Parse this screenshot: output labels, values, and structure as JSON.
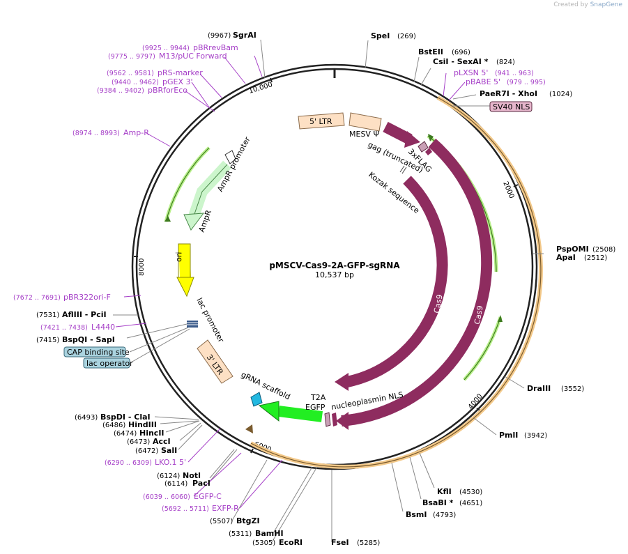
{
  "credit": {
    "prefix": "Created by",
    "brand": "SnapGene"
  },
  "plasmid": {
    "name": "pMSCV-Cas9-2A-GFP-sgRNA",
    "size": "10,537 bp"
  },
  "colors": {
    "cas9": "#8e2c5f",
    "ltr": "#fde0c4",
    "ampr": "#ccf5cc",
    "ori": "#ffff00",
    "egfp": "#22ee22",
    "grna": "#22b8e0",
    "misc": "#c9a0b6",
    "primer": "#a53ec7",
    "lac": "#aad3df"
  },
  "ticks": [
    "2000",
    "4000",
    "6000",
    "8000",
    "10,000"
  ],
  "enzymes": [
    {
      "name": "SgrAI",
      "pos": "(9967)"
    },
    {
      "name": "SpeI",
      "pos": "(269)"
    },
    {
      "name": "BstEII",
      "pos": "(696)"
    },
    {
      "name": "CsiI - SexAI *",
      "pos": "(824)"
    },
    {
      "name": "PaeR7I - XhoI",
      "pos": "(1024)"
    },
    {
      "name": "PspOMI",
      "pos": "(2508)"
    },
    {
      "name": "ApaI",
      "pos": "(2512)"
    },
    {
      "name": "DraIII",
      "pos": "(3552)"
    },
    {
      "name": "PmlI",
      "pos": "(3942)"
    },
    {
      "name": "KflI",
      "pos": "(4530)"
    },
    {
      "name": "BsaBI *",
      "pos": "(4651)"
    },
    {
      "name": "BsmI",
      "pos": "(4793)"
    },
    {
      "name": "FseI",
      "pos": "(5285)"
    },
    {
      "name": "BamHI",
      "pos": "(5311)"
    },
    {
      "name": "EcoRI",
      "pos": "(5305)"
    },
    {
      "name": "BtgZI",
      "pos": "(5507)"
    },
    {
      "name": "PacI",
      "pos": "(6114)"
    },
    {
      "name": "NotI",
      "pos": "(6124)"
    },
    {
      "name": "SalI",
      "pos": "(6472)"
    },
    {
      "name": "AccI",
      "pos": "(6473)"
    },
    {
      "name": "HincII",
      "pos": "(6474)"
    },
    {
      "name": "HindIII",
      "pos": "(6486)"
    },
    {
      "name": "BspDI - ClaI",
      "pos": "(6493)"
    },
    {
      "name": "BspQI - SapI",
      "pos": "(7415)"
    },
    {
      "name": "AflIII - PciI",
      "pos": "(7531)"
    }
  ],
  "primers": [
    {
      "name": "pBRrevBam",
      "pos": "(9925 .. 9944)"
    },
    {
      "name": "M13/pUC Forward",
      "pos": "(9775 .. 9797)"
    },
    {
      "name": "pRS-marker",
      "pos": "(9562 .. 9581)"
    },
    {
      "name": "pGEX 3'",
      "pos": "(9440 .. 9462)"
    },
    {
      "name": "pBRforEco",
      "pos": "(9384 .. 9402)"
    },
    {
      "name": "Amp-R",
      "pos": "(8974 .. 8993)"
    },
    {
      "name": "pBR322ori-F",
      "pos": "(7672 .. 7691)"
    },
    {
      "name": "L4440",
      "pos": "(7421 .. 7438)"
    },
    {
      "name": "LKO.1 5'",
      "pos": "(6290 .. 6309)"
    },
    {
      "name": "EGFP-C",
      "pos": "(6039 .. 6060)"
    },
    {
      "name": "EXFP-R",
      "pos": "(5692 .. 5711)"
    },
    {
      "name": "pLXSN 5'",
      "pos": "(941 .. 963)"
    },
    {
      "name": "pBABE 5'",
      "pos": "(979 .. 995)"
    }
  ],
  "boxes": {
    "sv40": "SV40 NLS",
    "cap": "CAP binding site",
    "lacop": "lac operator"
  },
  "features": {
    "ltr5": "5' LTR",
    "mesv": "MESV Ψ",
    "gag": "gag (truncated)",
    "flag": "3xFLAG",
    "kozak": "Kozak sequence",
    "cas9a": "Cas9",
    "cas9b": "Cas9",
    "ampr_promoter": "AmpR promoter",
    "ampr": "AmpR",
    "ori": "ori",
    "lac_promoter": "lac promoter",
    "ltr3": "3' LTR",
    "grna": "gRNA scaffold",
    "t2a": "T2A",
    "egfp": "EGFP",
    "nls": "nucleoplasmin NLS"
  }
}
